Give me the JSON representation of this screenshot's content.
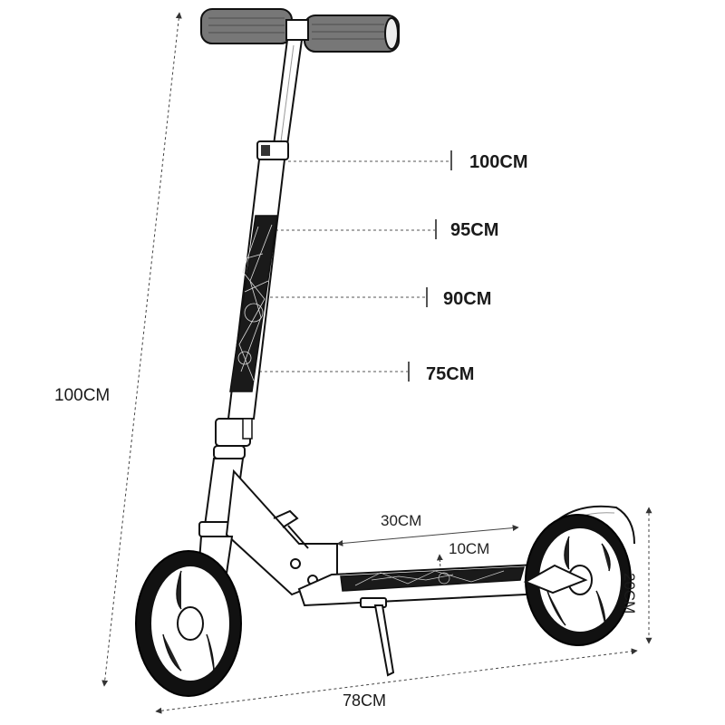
{
  "diagram": {
    "total_height_label": "100CM",
    "overall_length_label": "78CM",
    "wheel_height_label": "20CM",
    "deck_length_label": "30CM",
    "ground_clearance_label": "10CM",
    "handlebar_heights": [
      "100CM",
      "95CM",
      "90CM",
      "75CM"
    ]
  }
}
